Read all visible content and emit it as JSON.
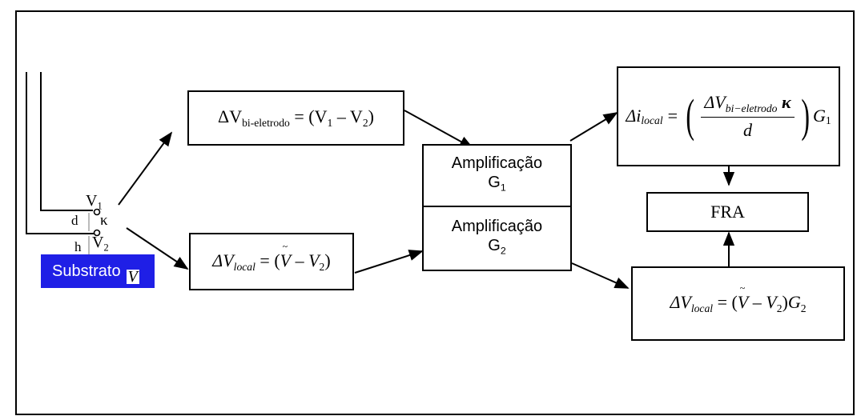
{
  "probe": {
    "v1_label": "V",
    "v1_sub": "1",
    "kappa_label": "κ",
    "d_label": "d",
    "h_label": "h",
    "v2_label": "V",
    "v2_sub": "2",
    "substrate_label": "Substrato",
    "substrate_v": "V",
    "substrate_color": "#1f1fe6"
  },
  "boxes": {
    "bi_electrode": {
      "lhs": "ΔV",
      "lhs_sub": "bi-eletrodo",
      "rhs_open": " = (V",
      "rhs_sub1": "1",
      "rhs_mid": " – V",
      "rhs_sub2": "2",
      "rhs_close": ")"
    },
    "local_potential": {
      "lhs": "ΔV",
      "lhs_sub": "local",
      "eq": "= (",
      "v": "V",
      "minus": " – V",
      "v_sub": "2",
      "close": ")"
    },
    "amp1": {
      "label": "Amplificação",
      "gain": "G",
      "gain_sub": "1"
    },
    "amp2": {
      "label": "Amplificação",
      "gain": "G",
      "gain_sub": "2"
    },
    "local_current": {
      "lhs": "Δi",
      "lhs_sub": "local",
      "eq": "=",
      "num_dv": "ΔV",
      "num_sub": "bi−eletrodo",
      "num_kappa": "κ",
      "den": "d",
      "gain": "G",
      "gain_sub": "1"
    },
    "fra": {
      "label": "FRA"
    },
    "local_out": {
      "lhs": "ΔV",
      "lhs_sub": "local",
      "eq": "= (",
      "v": "V",
      "minus": " – V",
      "v_sub": "2",
      "close": ")",
      "gain": "G",
      "gain_sub": "2"
    }
  }
}
